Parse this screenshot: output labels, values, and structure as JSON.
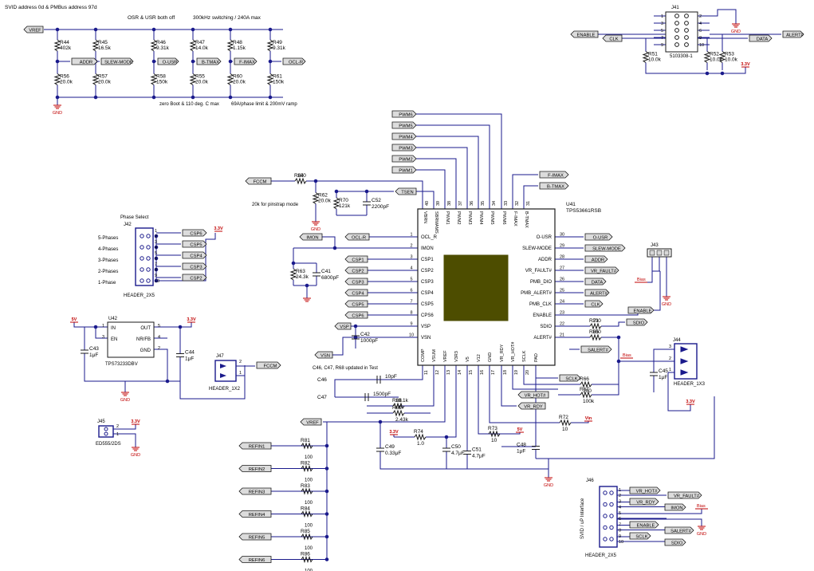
{
  "notes": {
    "svid": "SVID address 0d & PMBus address 97d",
    "osr": "OSR & USR both off",
    "switching": "300kHz switching / 240A max",
    "boot": "zero Boot & 110 deg. C max",
    "phase_limit": "69A/phase limit & 200mV ramp",
    "pinstrap": "20k for pinstrap mode",
    "updated": "C46, C47, R68 updated in Test",
    "phase_select": "Phase Select",
    "svid_if": "SVID / uP Interface"
  },
  "nets": {
    "vref": "VREF",
    "addr": "ADDR",
    "slew": "SLEW-MODE",
    "ousr": "O-USR",
    "btmax": "B-TMAX",
    "fimax": "F-IMAX",
    "oclr": "OCL-R",
    "enable": "ENABLE",
    "clk": "CLK",
    "data": "DATA",
    "alert": "ALERT#",
    "fccm": "FCCM",
    "tsen": "TSEN",
    "imon": "IMON",
    "vsp": "VSP",
    "vsn": "VSN",
    "vrfault": "VR_FAULT#",
    "sclk": "SCLK",
    "salert": "SALERT#",
    "sdio": "SDIO",
    "vrhot": "VR_HOT#",
    "vrrdy": "VR_RDY",
    "bias": "Bias",
    "pwm": [
      "PWM6",
      "PWM5",
      "PWM4",
      "PWM3",
      "PWM2",
      "PWM1"
    ],
    "csp": [
      "CSP1",
      "CSP2",
      "CSP3",
      "CSP4",
      "CSP5",
      "CSP6"
    ],
    "cspj": [
      "CSP6",
      "CSP5",
      "CSP4",
      "CSP3",
      "CSP2"
    ],
    "refin": [
      "REFIN1",
      "REFIN2",
      "REFIN3",
      "REFIN4",
      "REFIN5",
      "REFIN6"
    ],
    "gnd": "GND",
    "v33": "3.3V",
    "v5": "5V",
    "vin": "Vin"
  },
  "top_res": {
    "upper": [
      {
        "ref": "R44",
        "val": "402k"
      },
      {
        "ref": "R45",
        "val": "16.5k"
      },
      {
        "ref": "R46",
        "val": "9.31k"
      },
      {
        "ref": "R47",
        "val": "14.0k"
      },
      {
        "ref": "R48",
        "val": "1.15k"
      },
      {
        "ref": "R49",
        "val": "9.31k"
      }
    ],
    "lower": [
      {
        "ref": "R56",
        "val": "20.0k"
      },
      {
        "ref": "R57",
        "val": "20.0k"
      },
      {
        "ref": "R58",
        "val": "150k"
      },
      {
        "ref": "R55",
        "val": "20.0k"
      },
      {
        "ref": "R60",
        "val": "20.0k"
      },
      {
        "ref": "R61",
        "val": "150k"
      }
    ]
  },
  "ic": {
    "ref": "U41",
    "part": "TPS53661RSB",
    "top_pins": [
      {
        "n": "40",
        "name": "VBRN"
      },
      {
        "n": "39",
        "name": "SBRMAMS"
      },
      {
        "n": "38",
        "name": "PWM1"
      },
      {
        "n": "37",
        "name": "PWM2"
      },
      {
        "n": "36",
        "name": "PWM3"
      },
      {
        "n": "35",
        "name": "PWM4"
      },
      {
        "n": "34",
        "name": "PWM5"
      },
      {
        "n": "33",
        "name": "PWM6"
      },
      {
        "n": "32",
        "name": "F-IMAX"
      },
      {
        "n": "31",
        "name": "B-TMAX"
      }
    ],
    "left_pins": [
      {
        "n": "1",
        "name": "OCL_R"
      },
      {
        "n": "2",
        "name": "IMON"
      },
      {
        "n": "3",
        "name": "CSP1"
      },
      {
        "n": "4",
        "name": "CSP2"
      },
      {
        "n": "5",
        "name": "CSP3"
      },
      {
        "n": "6",
        "name": "CSP4"
      },
      {
        "n": "7",
        "name": "CSP5"
      },
      {
        "n": "8",
        "name": "CPS6"
      },
      {
        "n": "9",
        "name": "VSP"
      },
      {
        "n": "10",
        "name": "VSN"
      }
    ],
    "right_pins": [
      {
        "n": "30",
        "name": "O-USR"
      },
      {
        "n": "29",
        "name": "SLEW-MODE"
      },
      {
        "n": "28",
        "name": "ADDR"
      },
      {
        "n": "27",
        "name": "VR_FAULT#"
      },
      {
        "n": "26",
        "name": "PMB_DIO"
      },
      {
        "n": "25",
        "name": "PMB_ALERT#"
      },
      {
        "n": "24",
        "name": "PMB_CLK"
      },
      {
        "n": "23",
        "name": "ENABLE"
      },
      {
        "n": "22",
        "name": "SDIO"
      },
      {
        "n": "21",
        "name": "ALERT#"
      }
    ],
    "bottom_pins": [
      {
        "n": "11",
        "name": "COMP"
      },
      {
        "n": "12",
        "name": "VSUM"
      },
      {
        "n": "13",
        "name": "VREF"
      },
      {
        "n": "14",
        "name": "V3R3"
      },
      {
        "n": "15",
        "name": "V5"
      },
      {
        "n": "16",
        "name": "V12"
      },
      {
        "n": "17",
        "name": "GND"
      },
      {
        "n": "18",
        "name": "VR_RDY"
      },
      {
        "n": "19",
        "name": "VR_HOT#"
      },
      {
        "n": "20",
        "name": "SCLK"
      },
      {
        "n": "",
        "name": "PAD"
      }
    ]
  },
  "parts": {
    "r64": {
      "ref": "R64",
      "val": "100"
    },
    "r62": {
      "ref": "R62",
      "val": "20.0k"
    },
    "r70": {
      "ref": "R70",
      "val": "121k"
    },
    "c52": {
      "ref": "C52",
      "val": "2200pF"
    },
    "r63": {
      "ref": "R63",
      "val": "24.3k"
    },
    "c41": {
      "ref": "C41",
      "val": "6800pF"
    },
    "c42": {
      "ref": "C42",
      "val": "1000pF"
    },
    "c46": {
      "ref": "C46",
      "val": "10pF"
    },
    "c47": {
      "ref": "C47",
      "val": "1500pF"
    },
    "r68": {
      "ref": "R68",
      "val": "19.1k"
    },
    "r69": {
      "ref": "R69",
      "val": "2.43k"
    },
    "r74": {
      "ref": "R74",
      "val": "1.0"
    },
    "c49": {
      "ref": "C49",
      "val": "0.33μF"
    },
    "c50": {
      "ref": "C50",
      "val": "4.7μF"
    },
    "c51": {
      "ref": "C51",
      "val": "4.7μF"
    },
    "r73": {
      "ref": "R73",
      "val": "10"
    },
    "r72": {
      "ref": "R72",
      "val": "10"
    },
    "c48": {
      "ref": "C48",
      "val": "1μF"
    },
    "r71": {
      "ref": "R71",
      "val": "100"
    },
    "r65": {
      "ref": "R65",
      "val": "100"
    },
    "r66": {
      "ref": "R66",
      "val": "100"
    },
    "r67": {
      "ref": "R67",
      "val": "100k"
    },
    "c45": {
      "ref": "C45",
      "val": "1μF"
    },
    "r51": {
      "ref": "R51",
      "val": "10.0k"
    },
    "r52": {
      "ref": "R52",
      "val": "10.0k"
    },
    "r53": {
      "ref": "R53",
      "val": "10.0k"
    },
    "c43": {
      "ref": "C43",
      "val": "1μF"
    },
    "c44": {
      "ref": "C44",
      "val": "1μF"
    },
    "refin_res": [
      "R81",
      "R82",
      "R83",
      "R84",
      "R85",
      "R86"
    ],
    "refin_val": "100"
  },
  "connectors": {
    "j41": {
      "ref": "J41",
      "part": "5103308-1"
    },
    "j42": {
      "ref": "J42",
      "part": "HEADER_2X5"
    },
    "j43": {
      "ref": "J43"
    },
    "j44": {
      "ref": "J44",
      "part": "HEADER_1X3"
    },
    "j45": {
      "ref": "J45",
      "part": "ED555/2DS"
    },
    "j46": {
      "ref": "J46",
      "part": "HEADER_2X5"
    },
    "j47": {
      "ref": "J47",
      "part": "HEADER_1X2"
    },
    "u42": {
      "ref": "U42",
      "part": "TPS73233DBV",
      "in": "IN",
      "out": "OUT",
      "en": "EN",
      "nrfb": "NR/FB",
      "gnd": "GND"
    },
    "phases": [
      "5-Phases",
      "4-Phases",
      "3-Phases",
      "2-Phases",
      "1-Phase"
    ]
  }
}
